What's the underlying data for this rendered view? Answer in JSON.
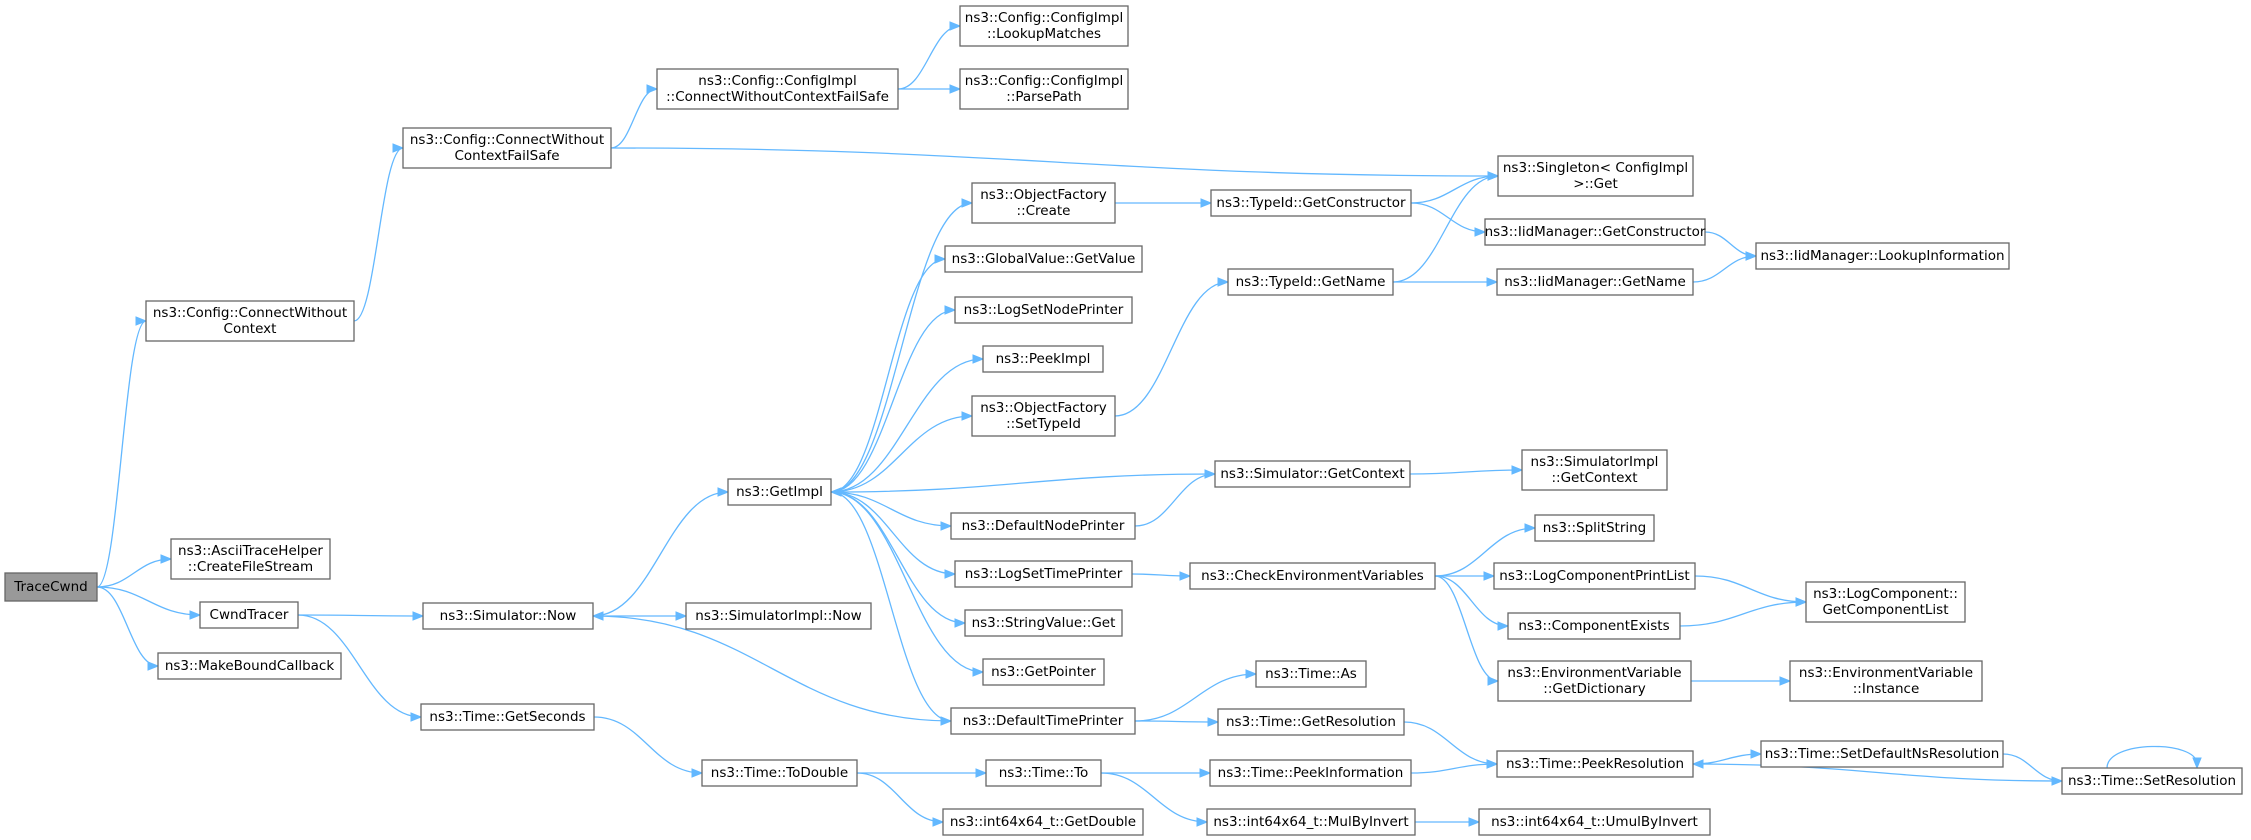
{
  "graph": {
    "nodes": [
      {
        "id": "tracecwnd",
        "lines": [
          "TraceCwnd"
        ],
        "root": true
      },
      {
        "id": "connectwithoutcontext",
        "lines": [
          "ns3::Config::ConnectWithout",
          "Context"
        ]
      },
      {
        "id": "asciitracehelper",
        "lines": [
          "ns3::AsciiTraceHelper",
          "::CreateFileStream"
        ]
      },
      {
        "id": "cwndtracer",
        "lines": [
          "CwndTracer"
        ]
      },
      {
        "id": "makeboundcallback",
        "lines": [
          "ns3::MakeBoundCallback"
        ]
      },
      {
        "id": "connectwithoutcontextfailsafe",
        "lines": [
          "ns3::Config::ConnectWithout",
          "ContextFailSafe"
        ]
      },
      {
        "id": "simulatornow",
        "lines": [
          "ns3::Simulator::Now"
        ]
      },
      {
        "id": "timegetseconds",
        "lines": [
          "ns3::Time::GetSeconds"
        ]
      },
      {
        "id": "configimplconnect",
        "lines": [
          "ns3::Config::ConfigImpl",
          "::ConnectWithoutContextFailSafe"
        ]
      },
      {
        "id": "singletonget",
        "lines": [
          "ns3::Singleton< ConfigImpl",
          " >::Get"
        ]
      },
      {
        "id": "getimpl",
        "lines": [
          "ns3::GetImpl"
        ]
      },
      {
        "id": "simulatorimplnow",
        "lines": [
          "ns3::SimulatorImpl::Now"
        ]
      },
      {
        "id": "timetodouble",
        "lines": [
          "ns3::Time::ToDouble"
        ]
      },
      {
        "id": "lookupmatches",
        "lines": [
          "ns3::Config::ConfigImpl",
          "::LookupMatches"
        ]
      },
      {
        "id": "parsepath",
        "lines": [
          "ns3::Config::ConfigImpl",
          "::ParsePath"
        ]
      },
      {
        "id": "objectfactorycreate",
        "lines": [
          "ns3::ObjectFactory",
          "::Create"
        ]
      },
      {
        "id": "globalvaluegetvalue",
        "lines": [
          "ns3::GlobalValue::GetValue"
        ]
      },
      {
        "id": "logsetnodeprinter",
        "lines": [
          "ns3::LogSetNodePrinter"
        ]
      },
      {
        "id": "peekimpl",
        "lines": [
          "ns3::PeekImpl"
        ]
      },
      {
        "id": "objectfactorysettypeid",
        "lines": [
          "ns3::ObjectFactory",
          "::SetTypeId"
        ]
      },
      {
        "id": "defaultnodeprinter",
        "lines": [
          "ns3::DefaultNodePrinter"
        ]
      },
      {
        "id": "logsettimeprinter",
        "lines": [
          "ns3::LogSetTimePrinter"
        ]
      },
      {
        "id": "stringvalueget",
        "lines": [
          "ns3::StringValue::Get"
        ]
      },
      {
        "id": "getpointer",
        "lines": [
          "ns3::GetPointer"
        ]
      },
      {
        "id": "defaulttimeprinter",
        "lines": [
          "ns3::DefaultTimePrinter"
        ]
      },
      {
        "id": "timeto",
        "lines": [
          "ns3::Time::To"
        ]
      },
      {
        "id": "int64getdouble",
        "lines": [
          "ns3::int64x64_t::GetDouble"
        ]
      },
      {
        "id": "typeidgetconstructor",
        "lines": [
          "ns3::TypeId::GetConstructor"
        ]
      },
      {
        "id": "typeidgetname",
        "lines": [
          "ns3::TypeId::GetName"
        ]
      },
      {
        "id": "simulatorgetcontext",
        "lines": [
          "ns3::Simulator::GetContext"
        ]
      },
      {
        "id": "checkenvvars",
        "lines": [
          "ns3::CheckEnvironmentVariables"
        ]
      },
      {
        "id": "timeas",
        "lines": [
          "ns3::Time::As"
        ]
      },
      {
        "id": "timegetresolution",
        "lines": [
          "ns3::Time::GetResolution"
        ]
      },
      {
        "id": "timepeekinformation",
        "lines": [
          "ns3::Time::PeekInformation"
        ]
      },
      {
        "id": "int64mulbyinvert",
        "lines": [
          "ns3::int64x64_t::MulByInvert"
        ]
      },
      {
        "id": "iidgetconstructor",
        "lines": [
          "ns3::IidManager::GetConstructor"
        ]
      },
      {
        "id": "iidgetname",
        "lines": [
          "ns3::IidManager::GetName"
        ]
      },
      {
        "id": "simulatorimplgetcontext",
        "lines": [
          "ns3::SimulatorImpl",
          "::GetContext"
        ]
      },
      {
        "id": "splitstring",
        "lines": [
          "ns3::SplitString"
        ]
      },
      {
        "id": "logcomponentprintlist",
        "lines": [
          "ns3::LogComponentPrintList"
        ]
      },
      {
        "id": "componentexists",
        "lines": [
          "ns3::ComponentExists"
        ]
      },
      {
        "id": "envvargetdictionary",
        "lines": [
          "ns3::EnvironmentVariable",
          "::GetDictionary"
        ]
      },
      {
        "id": "timepeekresolution",
        "lines": [
          "ns3::Time::PeekResolution"
        ]
      },
      {
        "id": "int64umulbyinvert",
        "lines": [
          "ns3::int64x64_t::UmulByInvert"
        ]
      },
      {
        "id": "iidlookupinformation",
        "lines": [
          "ns3::IidManager::LookupInformation"
        ]
      },
      {
        "id": "logcomponentgetlist",
        "lines": [
          "ns3::LogComponent::",
          "GetComponentList"
        ]
      },
      {
        "id": "envvarinstance",
        "lines": [
          "ns3::EnvironmentVariable",
          "::Instance"
        ]
      },
      {
        "id": "timesetdefaultns",
        "lines": [
          "ns3::Time::SetDefaultNsResolution"
        ]
      },
      {
        "id": "timesetresolution",
        "lines": [
          "ns3::Time::SetResolution"
        ]
      }
    ],
    "edges": [
      [
        "tracecwnd",
        "connectwithoutcontext"
      ],
      [
        "tracecwnd",
        "asciitracehelper"
      ],
      [
        "tracecwnd",
        "cwndtracer"
      ],
      [
        "tracecwnd",
        "makeboundcallback"
      ],
      [
        "connectwithoutcontext",
        "connectwithoutcontextfailsafe"
      ],
      [
        "connectwithoutcontextfailsafe",
        "configimplconnect"
      ],
      [
        "connectwithoutcontextfailsafe",
        "singletonget"
      ],
      [
        "configimplconnect",
        "lookupmatches"
      ],
      [
        "configimplconnect",
        "parsepath"
      ],
      [
        "cwndtracer",
        "simulatornow"
      ],
      [
        "cwndtracer",
        "timegetseconds"
      ],
      [
        "simulatornow",
        "getimpl"
      ],
      [
        "simulatornow",
        "simulatorimplnow"
      ],
      [
        "timegetseconds",
        "timetodouble"
      ],
      [
        "getimpl",
        "objectfactorycreate"
      ],
      [
        "getimpl",
        "globalvaluegetvalue"
      ],
      [
        "getimpl",
        "logsetnodeprinter"
      ],
      [
        "getimpl",
        "peekimpl"
      ],
      [
        "getimpl",
        "objectfactorysettypeid"
      ],
      [
        "getimpl",
        "defaultnodeprinter"
      ],
      [
        "getimpl",
        "logsettimeprinter"
      ],
      [
        "getimpl",
        "stringvalueget"
      ],
      [
        "getimpl",
        "getpointer"
      ],
      [
        "getimpl",
        "defaulttimeprinter"
      ],
      [
        "objectfactorycreate",
        "typeidgetconstructor"
      ],
      [
        "objectfactorysettypeid",
        "typeidgetname"
      ],
      [
        "typeidgetconstructor",
        "singletonget"
      ],
      [
        "typeidgetconstructor",
        "iidgetconstructor"
      ],
      [
        "typeidgetname",
        "singletonget"
      ],
      [
        "typeidgetname",
        "iidgetname"
      ],
      [
        "iidgetconstructor",
        "iidlookupinformation"
      ],
      [
        "iidgetname",
        "iidlookupinformation"
      ],
      [
        "defaultnodeprinter",
        "simulatorgetcontext"
      ],
      [
        "simulatorgetcontext",
        "getimpl"
      ],
      [
        "simulatorgetcontext",
        "simulatorimplgetcontext"
      ],
      [
        "logsettimeprinter",
        "checkenvvars"
      ],
      [
        "checkenvvars",
        "splitstring"
      ],
      [
        "checkenvvars",
        "logcomponentprintlist"
      ],
      [
        "checkenvvars",
        "componentexists"
      ],
      [
        "checkenvvars",
        "envvargetdictionary"
      ],
      [
        "logcomponentprintlist",
        "logcomponentgetlist"
      ],
      [
        "componentexists",
        "logcomponentgetlist"
      ],
      [
        "envvargetdictionary",
        "envvarinstance"
      ],
      [
        "defaulttimeprinter",
        "simulatornow"
      ],
      [
        "defaulttimeprinter",
        "timeas"
      ],
      [
        "defaulttimeprinter",
        "timegetresolution"
      ],
      [
        "timegetresolution",
        "timepeekresolution"
      ],
      [
        "timetodouble",
        "timeto"
      ],
      [
        "timetodouble",
        "int64getdouble"
      ],
      [
        "timeto",
        "timepeekinformation"
      ],
      [
        "timeto",
        "int64mulbyinvert"
      ],
      [
        "timepeekinformation",
        "timepeekresolution"
      ],
      [
        "int64mulbyinvert",
        "int64umulbyinvert"
      ],
      [
        "timepeekresolution",
        "timesetdefaultns"
      ],
      [
        "timesetdefaultns",
        "timesetresolution"
      ],
      [
        "timesetresolution",
        "timepeekresolution"
      ],
      [
        "timesetresolution",
        "timesetresolution"
      ]
    ]
  }
}
